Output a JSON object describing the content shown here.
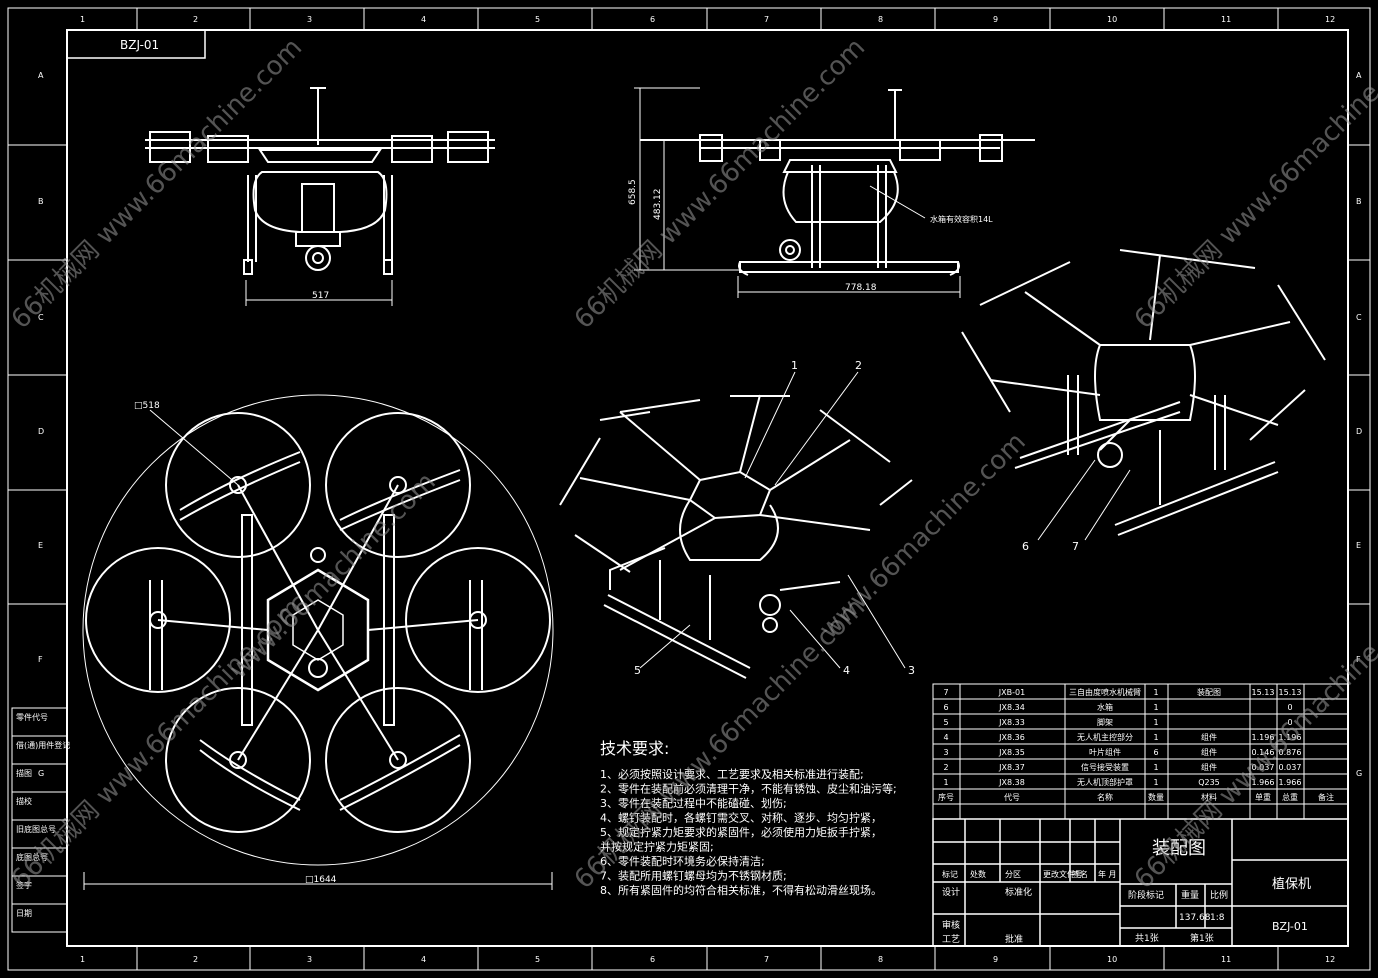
{
  "drawing_code": "BZJ-01",
  "grid": {
    "columns": [
      "1",
      "2",
      "3",
      "4",
      "5",
      "6",
      "7",
      "8",
      "9",
      "10",
      "11",
      "12"
    ],
    "rows": [
      "A",
      "B",
      "C",
      "D",
      "E",
      "F",
      "G"
    ]
  },
  "dimensions": {
    "front_width": "517",
    "side_width": "778.18",
    "side_height_total": "658.5",
    "side_height_inner": "483.12",
    "tank_note": "水箱有效容积14L",
    "top_prop": "□518",
    "top_overall": "□1644"
  },
  "callouts": [
    "1",
    "2",
    "3",
    "4",
    "5",
    "6",
    "7"
  ],
  "tech_requirements": {
    "title": "技术要求:",
    "items": [
      "1、必须按照设计要求、工艺要求及相关标准进行装配;",
      "2、零件在装配前必须清理干净，不能有锈蚀、皮尘和油污等;",
      "3、零件在装配过程中不能磕碰、划伤;",
      "4、螺钉装配时，各螺钉需交叉、对称、逐步、均匀拧紧，",
      "5、规定拧紧力矩要求的紧固件，必须使用力矩扳手拧紧，",
      "    并按规定拧紧力矩紧固;",
      "6、零件装配时环境务必保持清洁;",
      "7、装配所用螺钉螺母均为不锈钢材质;",
      "8、所有紧固件的均符合相关标准，不得有松动滑丝现场。"
    ]
  },
  "bom": {
    "rows": [
      {
        "no": "7",
        "code": "JXB-01",
        "name": "三自由度喷水机械臂",
        "qty": "1",
        "material": "装配图",
        "w1": "15.13",
        "w2": "15.13",
        "note": ""
      },
      {
        "no": "6",
        "code": "JX8.34",
        "name": "水箱",
        "qty": "1",
        "material": "",
        "w1": "",
        "w2": "0",
        "note": ""
      },
      {
        "no": "5",
        "code": "JX8.33",
        "name": "脚架",
        "qty": "1",
        "material": "",
        "w1": "",
        "w2": "0",
        "note": ""
      },
      {
        "no": "4",
        "code": "JX8.36",
        "name": "无人机主控部分",
        "qty": "1",
        "material": "组件",
        "w1": "1.196",
        "w2": "1.196",
        "note": ""
      },
      {
        "no": "3",
        "code": "JX8.35",
        "name": "叶片组件",
        "qty": "6",
        "material": "组件",
        "w1": "0.146",
        "w2": "0.876",
        "note": ""
      },
      {
        "no": "2",
        "code": "JX8.37",
        "name": "信号接受装置",
        "qty": "1",
        "material": "组件",
        "w1": "0.037",
        "w2": "0.037",
        "note": ""
      },
      {
        "no": "1",
        "code": "JX8.38",
        "name": "无人机顶部护罩",
        "qty": "1",
        "material": "Q235",
        "w1": "1.966",
        "w2": "1.966",
        "note": ""
      }
    ],
    "header": [
      "序号",
      "代号",
      "名称",
      "数量",
      "材料",
      "单重",
      "总重",
      "备注"
    ]
  },
  "title_block": {
    "drawing_type": "装配图",
    "name": "植保机",
    "code": "BZJ-01",
    "labels": [
      "标记",
      "处数",
      "分区",
      "更改文件号",
      "签名",
      "年 月"
    ],
    "design": "设计",
    "standardize": "标准化",
    "review": "审核",
    "process": "工艺",
    "approve": "批准",
    "stage_label": "阶段标记",
    "weight_label": "重量",
    "scale_label": "比例",
    "weight_value": "137.68",
    "scale_value": "1:8",
    "sheets_total": "共1张",
    "sheet_no": "第1张"
  },
  "side_labels": [
    "零件代号",
    "借(通)用件登记",
    "描图",
    "描校",
    "旧底图总号",
    "底图总号",
    "签字",
    "日期"
  ],
  "watermark": {
    "site": "66机械网 www.66machine.com",
    "short": "www.66machine.com"
  }
}
